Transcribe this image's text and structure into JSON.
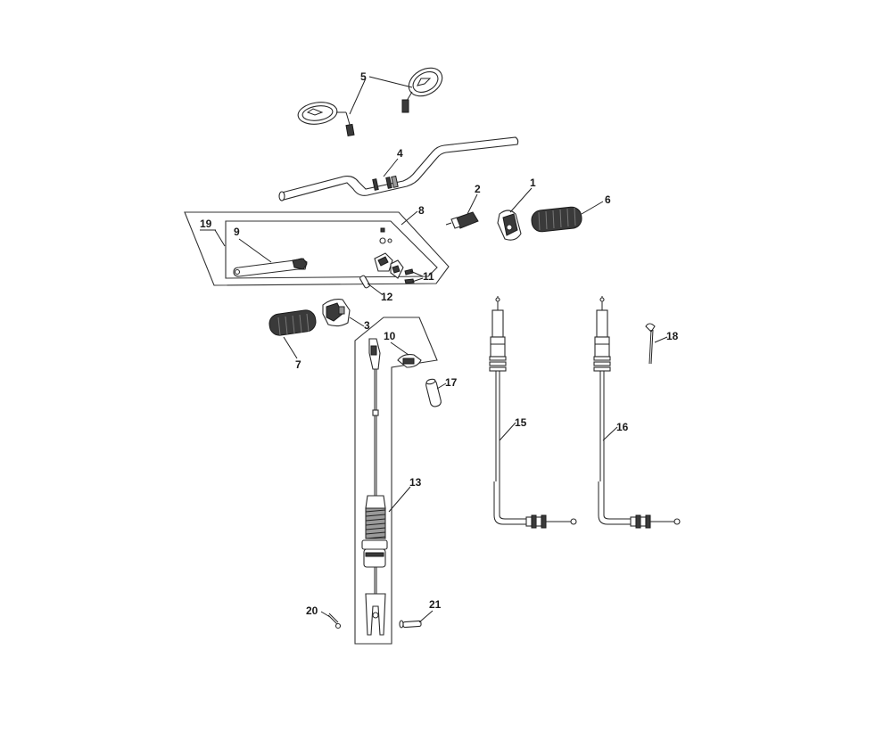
{
  "callouts": {
    "c1": "1",
    "c2": "2",
    "c3": "3",
    "c4": "4",
    "c5": "5",
    "c6": "6",
    "c7": "7",
    "c8": "8",
    "c9": "9",
    "c10": "10",
    "c11": "11",
    "c12": "12",
    "c13": "13",
    "c15": "15",
    "c16": "16",
    "c17": "17",
    "c18": "18",
    "c19": "19",
    "c20": "20",
    "c21": "21"
  },
  "colors": {
    "line": "#222222",
    "grip": "#3a3a3a",
    "background": "#ffffff"
  },
  "icons": [
    "mirror",
    "handlebar",
    "grip",
    "switch-housing",
    "lever",
    "cable",
    "cotter-pin",
    "clevis-pin"
  ]
}
